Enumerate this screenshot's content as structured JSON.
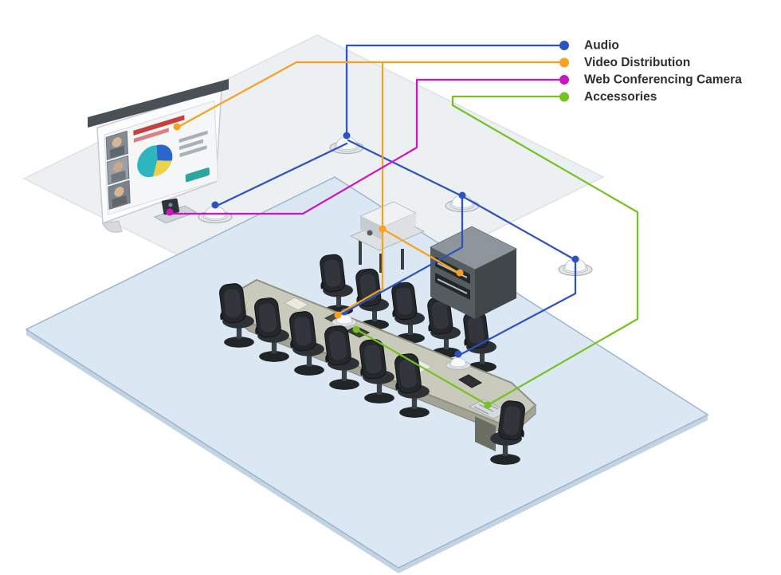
{
  "legend": {
    "items": [
      {
        "id": "audio",
        "label": "Audio",
        "color": "#2d53c0"
      },
      {
        "id": "video",
        "label": "Video Distribution",
        "color": "#f6a21e"
      },
      {
        "id": "camera",
        "label": "Web Conferencing Camera",
        "color": "#cb16c4"
      },
      {
        "id": "accessories",
        "label": "Accessories",
        "color": "#74c321"
      }
    ]
  },
  "scene": {
    "floor_color": "#dbe7f3",
    "floor_edge_color": "#c2d3e3",
    "wall_color": "#edf0f3",
    "table_color": "#c9cabc",
    "screen_color": "#fbfcfd"
  }
}
